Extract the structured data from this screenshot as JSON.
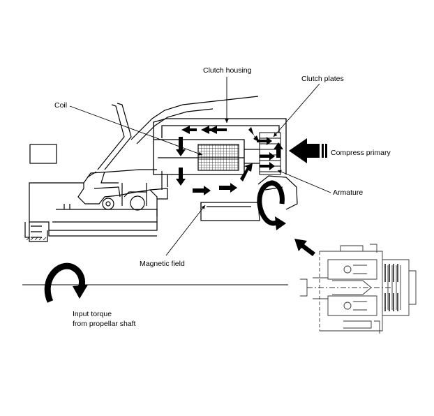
{
  "labels": {
    "clutch_housing": "Clutch housing",
    "clutch_plates": "Clutch plates",
    "coil": "Coil",
    "compress_primary": "Compress primary",
    "armature": "Armature",
    "magnetic_field": "Magnetic field",
    "input_torque_line1": "Input torque",
    "input_torque_line2": "from propellar shaft"
  },
  "colors": {
    "line": "#000000",
    "background": "#ffffff",
    "inset_line": "#333333"
  }
}
